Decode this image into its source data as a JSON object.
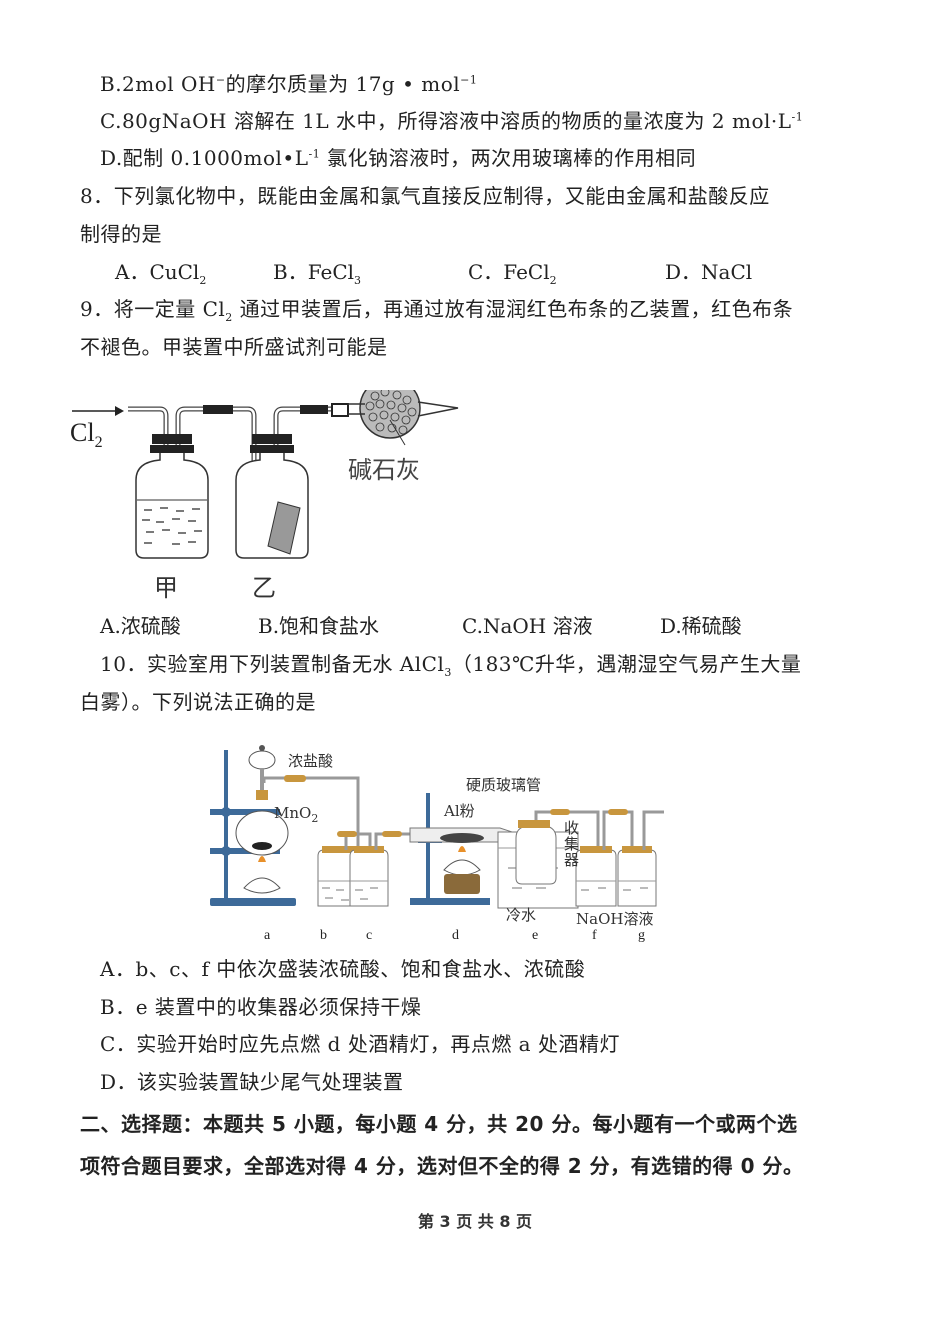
{
  "q7_options": {
    "B": {
      "prefix": "B.2mol OH",
      "sup1": "−",
      "mid": "的摩尔质量为 17g • mol",
      "sup2": "−1"
    },
    "C": {
      "prefix": "C.80gNaOH 溶解在 1L 水中，所得溶液中溶质的物质的量浓度为 2 mol·L",
      "sup": "-1"
    },
    "D": {
      "prefix": "D.配制 0.1000mol•L",
      "sup": "-1",
      "suffix": " 氯化钠溶液时，两次用玻璃棒的作用相同"
    }
  },
  "q8": {
    "stem_line1": "8．下列氯化物中，既能由金属和氯气直接反应制得，又能由金属和盐酸反应",
    "stem_line2": "制得的是",
    "options": [
      {
        "label": "A．CuCl",
        "sub": "2"
      },
      {
        "label": "B．FeCl",
        "sub": "3"
      },
      {
        "label": "C．FeCl",
        "sub": "2"
      },
      {
        "label": "D．NaCl",
        "sub": ""
      }
    ]
  },
  "q9": {
    "stem_line1_a": "9．将一定量 Cl",
    "stem_line1_sub": "2",
    "stem_line1_b": " 通过甲装置后，再通过放有湿润红色布条的乙装置，红色布条",
    "stem_line2": "不褪色。甲装置中所盛试剂可能是",
    "figure": {
      "gas_label": "Cl",
      "gas_sub": "2",
      "drying_tube_label": "碱石灰",
      "bottle1_label": "甲",
      "bottle2_label": "乙"
    },
    "options": [
      "A.浓硫酸",
      "B.饱和食盐水",
      "C.NaOH 溶液",
      "D.稀硫酸"
    ]
  },
  "q10": {
    "stem_line1_a": "10．实验室用下列装置制备无水 AlCl",
    "stem_line1_sub": "3",
    "stem_line1_b": "（183℃升华，遇潮湿空气易产生大量",
    "stem_line2": "白雾）。下列说法正确的是",
    "figure": {
      "labels": {
        "conc_hcl": "浓盐酸",
        "mno2": "MnO",
        "mno2_sub": "2",
        "hard_glass_tube": "硬质玻璃管",
        "al_powder": "Al粉",
        "collector": "收集器",
        "cold_water": "冷水",
        "naoh_solution": "NaOH溶液"
      },
      "station_letters": [
        "a",
        "b",
        "c",
        "d",
        "e",
        "f",
        "g"
      ]
    },
    "options": [
      "A．b、c、f 中依次盛装浓硫酸、饱和食盐水、浓硫酸",
      "B．e 装置中的收集器必须保持干燥",
      "C．实验开始时应先点燃 d 处酒精灯，再点燃 a 处酒精灯",
      "D．该实验装置缺少尾气处理装置"
    ]
  },
  "section2": {
    "line1": "二、选择题：本题共 5 小题，每小题 4 分，共 20 分。每小题有一个或两个选",
    "line2": "项符合题目要求，全部选对得 4 分，选对但不全的得 2 分，有选错的得 0 分。"
  },
  "footer": {
    "page_text": "第 3 页 共 8 页"
  },
  "colors": {
    "apparatus_blue": "#3d6a99",
    "stopper_tan": "#c8963e",
    "flame": "#e8902a",
    "text": "#222222"
  }
}
